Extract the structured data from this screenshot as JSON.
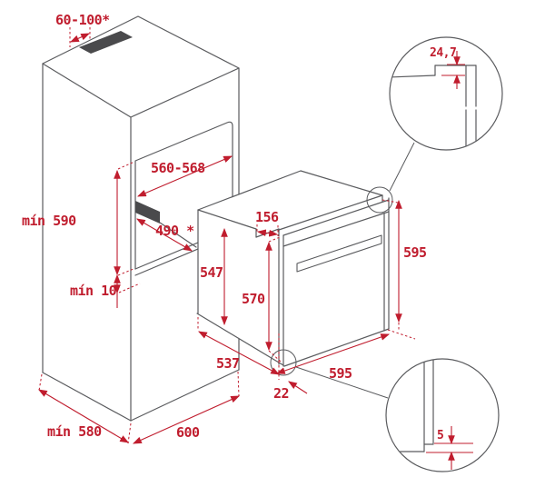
{
  "diagram": {
    "kind": "built-in oven installation dimension drawing",
    "units_implied": "mm"
  },
  "labels": {
    "vent_slot": "60-100*",
    "niche_width": "560-568",
    "niche_height": "mín 590",
    "shelf_depth": "490 *",
    "rear_gap": "mín 10",
    "cabinet_depth": "mín 580",
    "cabinet_width": "600",
    "top_recess": "156",
    "body_height": "547",
    "front_inner_height": "570",
    "body_depth": "537",
    "front_width": "595",
    "front_height": "595",
    "front_overhang": "22",
    "detail_top_step": "24,7",
    "detail_bottom_step": "5"
  },
  "colors": {
    "drawing_line": "#5a5b5e",
    "dimension_red": "#c01d2e",
    "dark_fill": "#4a4a4c",
    "background": "#ffffff"
  }
}
